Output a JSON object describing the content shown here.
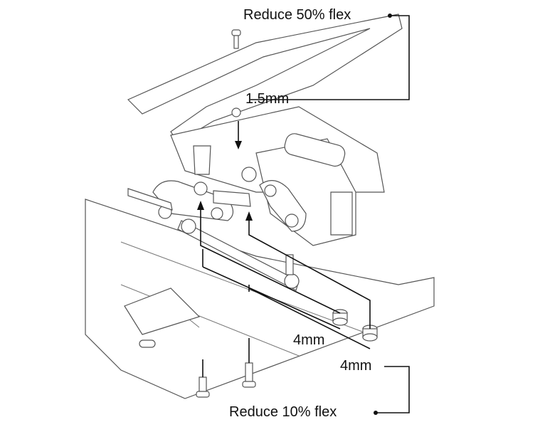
{
  "callouts": {
    "top_flex": "Reduce 50% flex",
    "spacer_top": "1.5mm",
    "spacer_mid": "4mm",
    "spacer_right": "4mm",
    "bottom_flex": "Reduce 10% flex"
  },
  "colors": {
    "line": "#111111",
    "part_outline": "#555555"
  }
}
